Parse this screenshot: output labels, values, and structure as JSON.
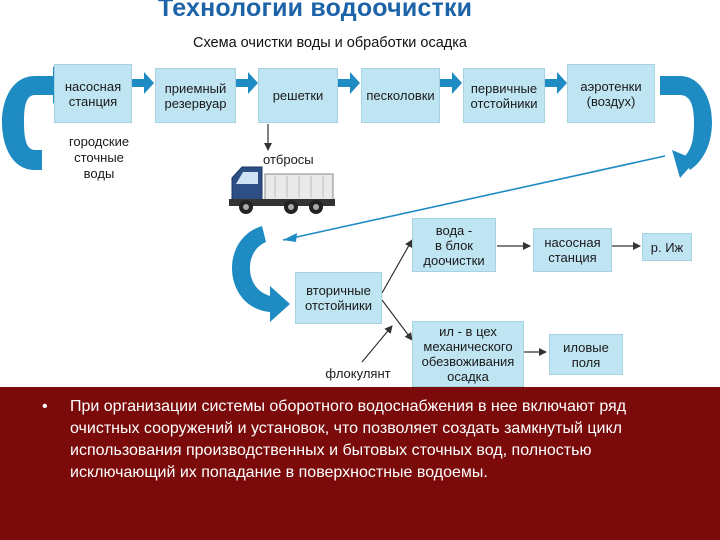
{
  "title": "Технологии водоочистки",
  "subtitle": "Схема очистки воды и обработки осадка",
  "boxes": {
    "pump1": "насосная\nстанция",
    "tank": "приемный\nрезервуар",
    "grid": "решетки",
    "sand": "песколовки",
    "prim": "первичные\nотстойники",
    "aero": "аэротенки\n(воздух)",
    "sec": "вторичные\nотстойники",
    "water": "вода -\nв блок\nдоочистки",
    "pump2": "насосная\nстанция",
    "river": "р. Иж",
    "sludge": "ил - в цех\nмеханического\nобезвоживания\nосадка",
    "fields": "иловые\nполя"
  },
  "labels": {
    "wastewater": "городские\nсточные\nводы",
    "waste": "отбросы",
    "flocculant": "флокулянт"
  },
  "bullet": "При организации системы оборотного водоснабжения в нее включают ряд очистных сооружений и установок, что позволяет создать замкнутый цикл использования производственных и бытовых сточных вод, полностью исключающий их попадание в поверхностные водоемы.",
  "colors": {
    "title": "#1d63a8",
    "box": "#bfe4f2",
    "arrow": "#1e8bc3",
    "footer": "#7b0b0b"
  }
}
